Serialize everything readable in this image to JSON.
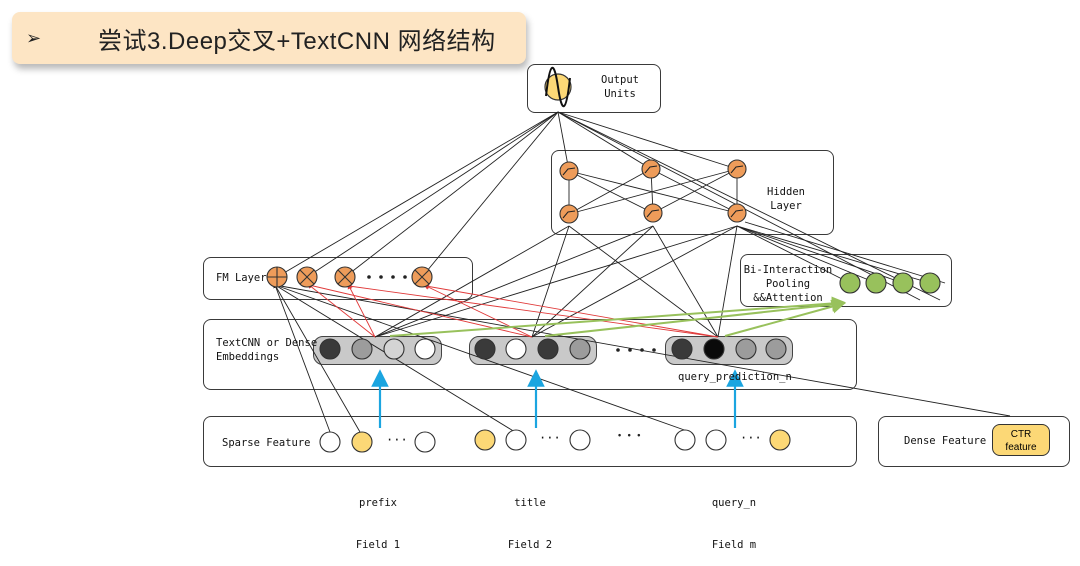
{
  "title": {
    "bullet": "➢",
    "text": "尝试3.Deep交叉+TextCNN 网络结构"
  },
  "output": {
    "label": "Output\nUnits"
  },
  "hidden": {
    "label": "Hidden\nLayer"
  },
  "fm": {
    "label": "FM Layer"
  },
  "bi": {
    "label": "Bi-Interaction\nPooling\n&&Attention"
  },
  "textcnn": {
    "label": "TextCNN or Dense\nEmbeddings",
    "annotation": "query_prediction_n"
  },
  "sparse": {
    "label": "Sparse Feature",
    "ellipsis": "···",
    "group_ellipsis": "• • •"
  },
  "fields": [
    {
      "name": "prefix",
      "field": "Field 1"
    },
    {
      "name": "title",
      "field": "Field 2"
    },
    {
      "name": "query_n",
      "field": "Field m"
    }
  ],
  "dense": {
    "label": "Dense Feature",
    "ctr": "CTR\nfeature"
  },
  "colors": {
    "orange": "#ee9c5a",
    "green": "#98c15c",
    "yellow": "#fcd876",
    "red": "#e03a3a",
    "blue": "#1ba5e0",
    "title_bg": "#fde5c4"
  }
}
